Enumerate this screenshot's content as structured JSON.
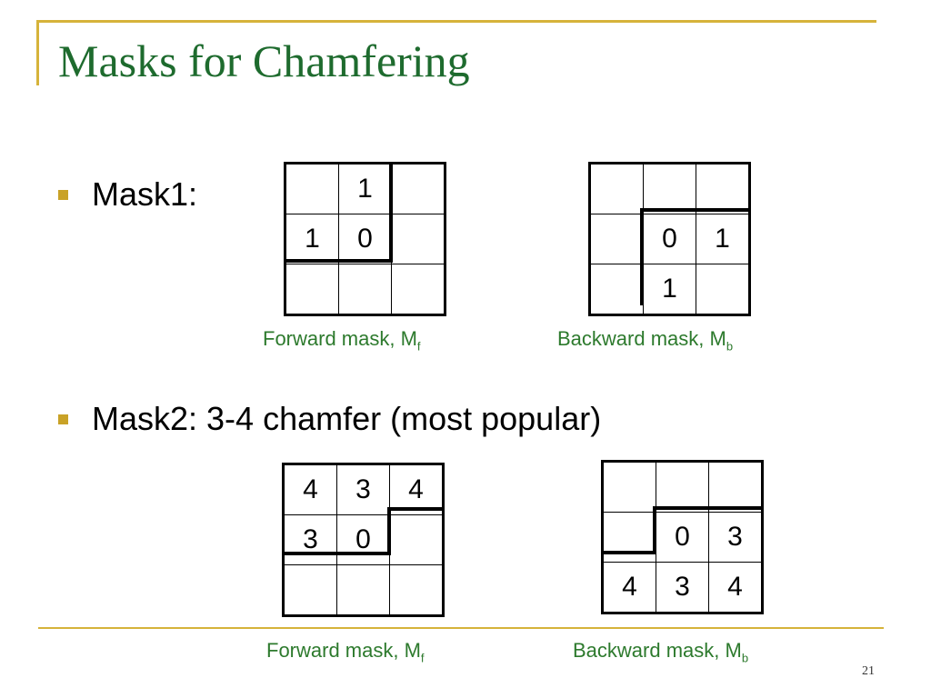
{
  "slide": {
    "title": "Masks for Chamfering",
    "page_number": "21",
    "accent_color": "#d6b33a",
    "title_color": "#1e6b2e",
    "caption_color": "#2d7a2d"
  },
  "mask1": {
    "label": "Mask1:",
    "forward": {
      "cells": [
        [
          "",
          "1",
          ""
        ],
        [
          "1",
          "0",
          ""
        ],
        [
          "",
          "",
          ""
        ]
      ],
      "caption": "Forward mask, M",
      "caption_sub": "f"
    },
    "backward": {
      "cells": [
        [
          "",
          "",
          ""
        ],
        [
          "",
          "0",
          "1"
        ],
        [
          "",
          "1",
          ""
        ]
      ],
      "caption": "Backward mask, M",
      "caption_sub": "b"
    }
  },
  "mask2": {
    "label": "Mask2: 3-4 chamfer (most popular)",
    "forward": {
      "cells": [
        [
          "4",
          "3",
          "4"
        ],
        [
          "3",
          "0",
          ""
        ],
        [
          "",
          "",
          ""
        ]
      ],
      "caption": "Forward mask, M",
      "caption_sub": "f"
    },
    "backward": {
      "cells": [
        [
          "",
          "",
          ""
        ],
        [
          "",
          "0",
          "3"
        ],
        [
          "4",
          "3",
          "4"
        ]
      ],
      "caption": "Backward mask, M",
      "caption_sub": "b"
    }
  }
}
